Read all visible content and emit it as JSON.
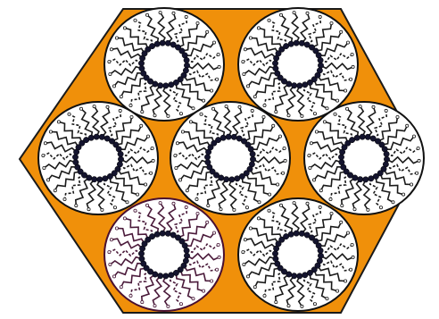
{
  "colors": {
    "background": "#ffffff",
    "hexagon_fill": "#f0900a",
    "hexagon_stroke": "#1a1a1a",
    "micelle_fill": "#ffffff",
    "micelle_stroke": "#111111",
    "chain_color": "#1a1a1a",
    "head_color": "#14142e",
    "highlight_outline": "#4a1030",
    "highlight_chain_color": "#4a1a3a"
  },
  "diagram": {
    "shape": "hexagonal-pore-array",
    "micelle_count": 7,
    "highlighted_micelle": "bottom-left"
  }
}
